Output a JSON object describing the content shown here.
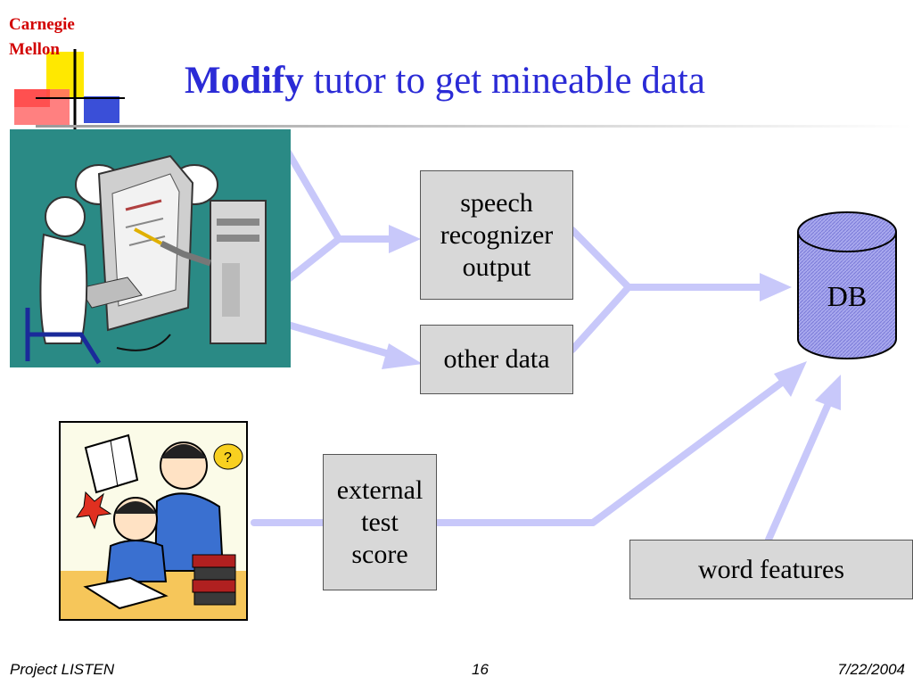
{
  "logo": {
    "line1": "Carnegie",
    "line2": "Mellon",
    "color": "#d20000"
  },
  "title": {
    "emphasis": "Modify",
    "rest": " tutor to get mineable data",
    "color": "#2b2bd6"
  },
  "nodes": {
    "speech_recognizer_output": [
      "speech",
      "recognizer",
      "output"
    ],
    "other_data": "other data",
    "db": "DB",
    "external_test_score": [
      "external",
      "test",
      "score"
    ],
    "word_features": "word features"
  },
  "illustrations": {
    "tutor_scene_icon": "student-computer-tutor-illustration",
    "reading_scene_icon": "parent-child-reading-illustration"
  },
  "footer": {
    "left": "Project LISTEN",
    "page": "16",
    "right": "7/22/2004"
  },
  "colors": {
    "arrow": "#c8c8fa",
    "db_fill": "#a9a9ee",
    "box_fill": "#d8d8d8",
    "scene_bg": "#2a8a85"
  }
}
